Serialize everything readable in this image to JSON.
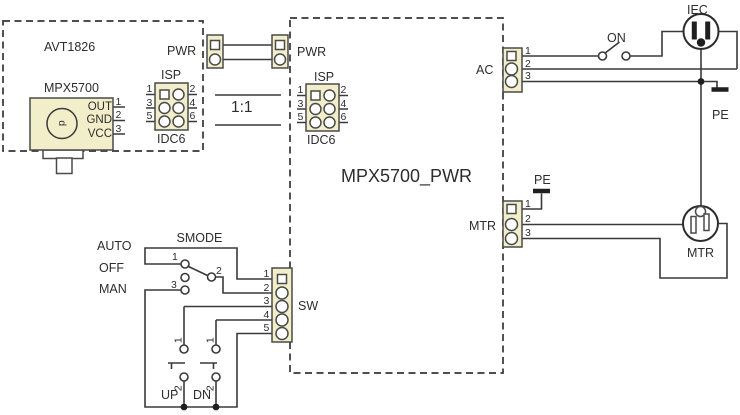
{
  "colors": {
    "background": "#ffffff",
    "connector_fill": "#f2eeca",
    "wire": "#3a3a3a",
    "text": "#2d2d2d"
  },
  "avt_module": {
    "title": "AVT1826",
    "sensor": {
      "name": "MPX5700",
      "pin_labels": [
        "OUT",
        "GND",
        "VCC"
      ],
      "pin_numbers": [
        "1",
        "2",
        "3"
      ],
      "port_glyph": "p"
    },
    "isp": {
      "title": "ISP",
      "footprint": "IDC6",
      "pin_numbers": [
        "1",
        "2",
        "3",
        "4",
        "5",
        "6"
      ]
    },
    "pwr_label": "PWR"
  },
  "cable": {
    "pwr_label": "PWR",
    "ratio_label": "1:1"
  },
  "pwr_module": {
    "title": "MPX5700_PWR",
    "isp": {
      "title": "ISP",
      "footprint": "IDC6",
      "pin_numbers": [
        "1",
        "2",
        "3",
        "4",
        "5",
        "6"
      ]
    },
    "ac_connector": {
      "label": "AC",
      "pin_numbers": [
        "1",
        "2",
        "3"
      ]
    },
    "mtr_connector": {
      "label": "MTR",
      "pin_numbers": [
        "1",
        "2",
        "3"
      ],
      "pe_label": "PE"
    },
    "sw_connector": {
      "label": "SW",
      "pin_numbers": [
        "1",
        "2",
        "3",
        "4",
        "5"
      ]
    }
  },
  "mains": {
    "switch_label": "ON",
    "inlet_label": "IEC",
    "pe_label": "PE"
  },
  "motor_socket": {
    "label": "MTR"
  },
  "mode_switch": {
    "label": "SMODE",
    "positions": [
      "AUTO",
      "OFF",
      "MAN"
    ],
    "contact_numbers": [
      "1",
      "2",
      "3"
    ]
  },
  "buttons": {
    "up": {
      "label": "UP",
      "pin_numbers": [
        "1",
        "2"
      ]
    },
    "dn": {
      "label": "DN",
      "pin_numbers": [
        "1",
        "2"
      ]
    }
  }
}
